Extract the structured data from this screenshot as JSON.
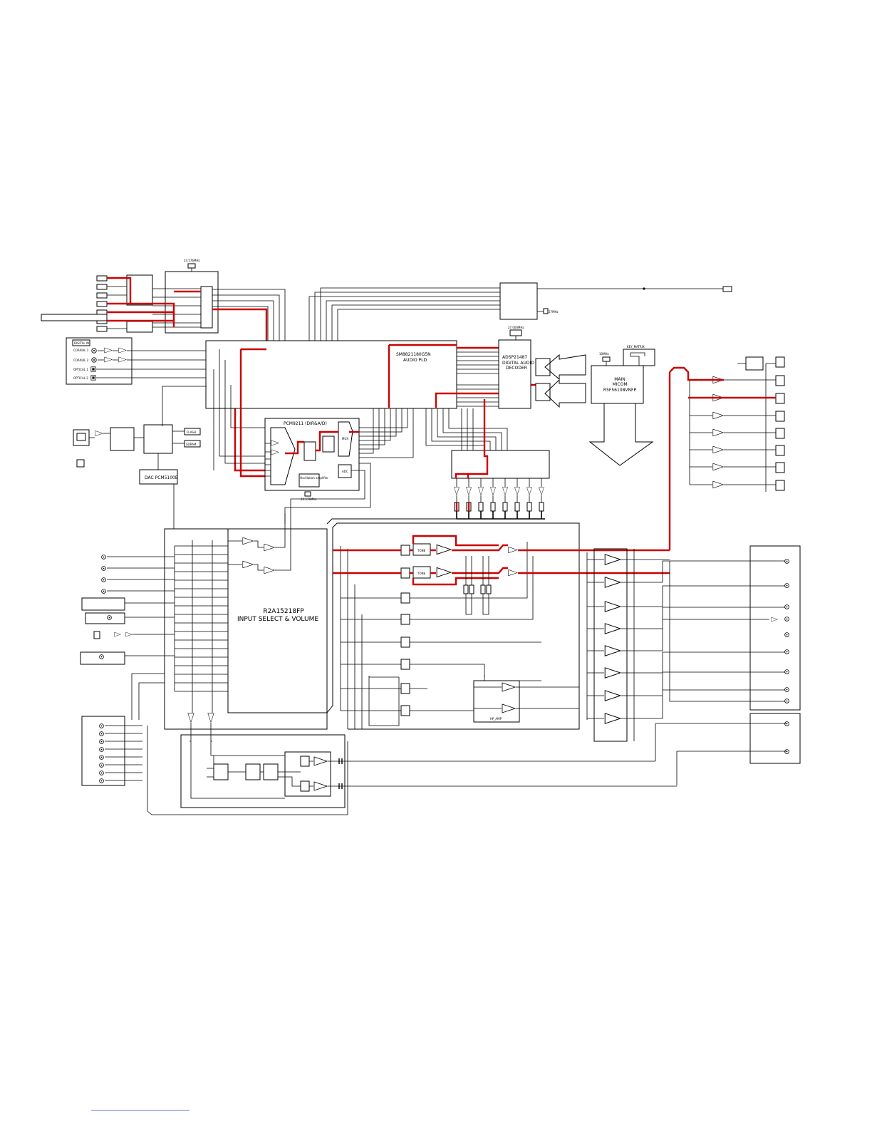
{
  "labels": {
    "dsp_top": "SM8821180G5N",
    "dsp_sub": "AUDIO PLD",
    "decoder_chip": "ADSP21487",
    "decoder_sub1": "DIGITAL AUDIO",
    "decoder_sub2": "DECODER",
    "micom_1": "MAIN",
    "micom_2": "MICOM",
    "micom_3": "R5F56108VNFP",
    "dir_chip": "PCM9211 (DIR&A/D)",
    "dac": "DAC PCM5100B",
    "flash": "FLASH",
    "sdram": "SDRAM",
    "vol_chip": "R2A15218FP",
    "vol_sub": "INPUT SELECT & VOLUME",
    "digital_in": "DIGITAL IN",
    "coaxial1": "COAXIAL 1",
    "coaxial2": "COAXIAL 2",
    "optical1": "OPTICAL 1",
    "optical2": "OPTICAL 2",
    "tone": "TONE",
    "mux": "MUX",
    "adc": "ADC",
    "osc": "Oscillation amplifier",
    "xtal_top": "24.576MHz",
    "xtal_dir": "24.576MHz",
    "xtal_dec": "27.000MHz",
    "xtal_micom": "10MHz",
    "xtal_right": "27MHz",
    "key_matrix": "KEY_MATRIX",
    "hp_amp": "HP_AMP"
  },
  "icons": {
    "optical-jack": "square-jack-icon",
    "rca-jack": "circle-jack-icon",
    "amplifier": "triangle-amp-icon",
    "arrow": "block-arrow-icon"
  },
  "colors": {
    "signal_path": "#cc0000",
    "wire": "#000000",
    "background": "#ffffff"
  }
}
